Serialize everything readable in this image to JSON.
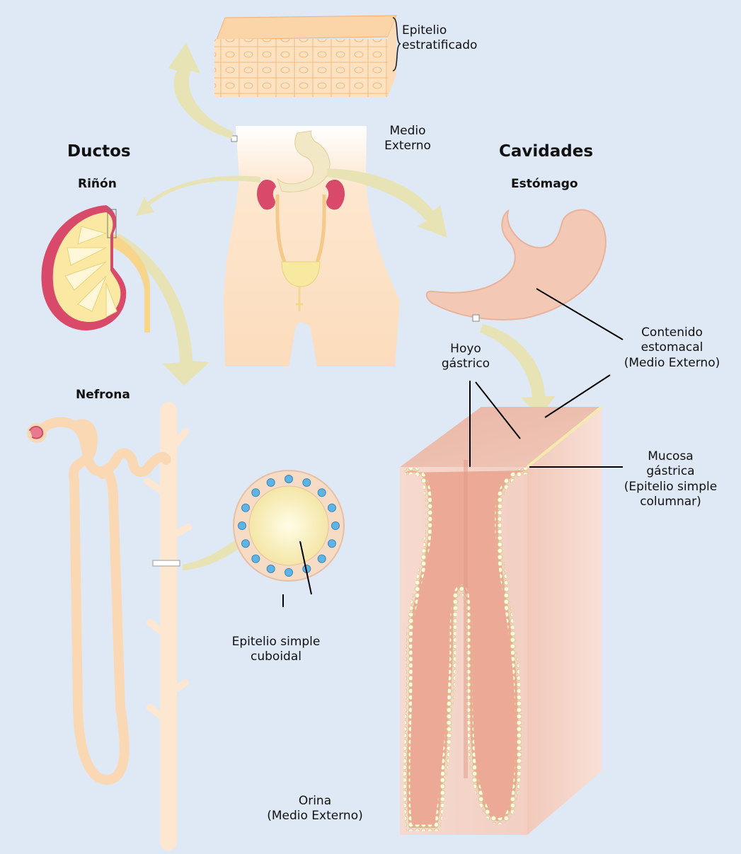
{
  "headings": {
    "ductos": "Ductos",
    "cavidades": "Cavidades"
  },
  "organs": {
    "rinon": "Riñón",
    "estomago": "Estómago",
    "nefrona": "Nefrona"
  },
  "labels": {
    "epitelio_estratificado": [
      "Epitelio",
      "estratificado"
    ],
    "medio_externo": [
      "Medio",
      "Externo"
    ],
    "contenido_estomacal": [
      "Contenido",
      "estomacal",
      "(Medio Externo)"
    ],
    "hoyo_gastrico": [
      "Hoyo",
      "gástrico"
    ],
    "mucosa_gastrica": [
      "Mucosa",
      "gástrica",
      "(Epitelio simple",
      "columnar)"
    ],
    "epitelio_simple_cuboidal": [
      "Epitelio simple",
      "cuboidal"
    ],
    "orina": [
      "Orina",
      "(Medio Externo)"
    ]
  },
  "colors": {
    "background": "#dfe8f5",
    "arrow": "#e7e3b4",
    "tissue_pink": "#eec6b6",
    "skin": "#fde3c8",
    "kidney_red": "#d94a6a",
    "nucleus_blue": "#5fb4e6"
  }
}
